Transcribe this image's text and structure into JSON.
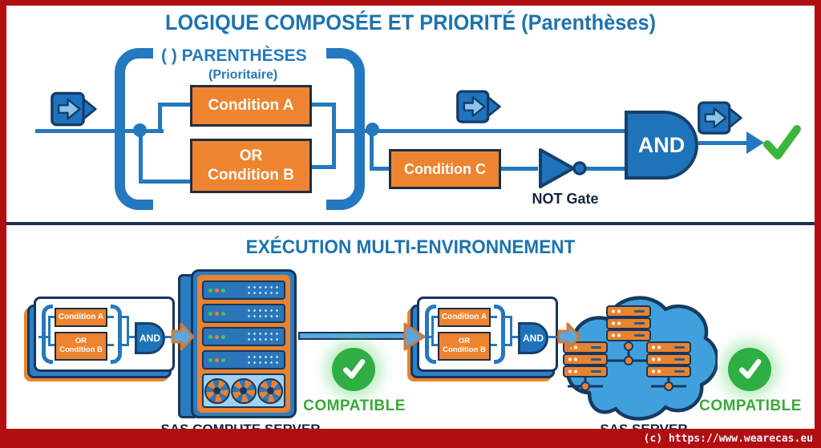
{
  "frame": {
    "copyright": "(c) https://www.wearecas.eu"
  },
  "top": {
    "title": "LOGIQUE COMPOSÉE ET PRIORITÉ (Parenthèses)",
    "parentheses_label": "( ) PARENTHÈSES",
    "priority_label": "(Prioritaire)",
    "condition_a": "Condition A",
    "condition_b_or": "OR",
    "condition_b": "Condition B",
    "condition_c": "Condition C",
    "not_gate_label": "NOT Gate",
    "and_gate_label": "AND"
  },
  "bottom": {
    "title": "EXÉCUTION MULTI-ENVIRONNEMENT",
    "left": {
      "condition_a": "Condition A",
      "condition_b_or": "OR",
      "condition_b": "Condition B",
      "and_gate_label": "AND",
      "server_label": "SAS COMPUTE SERVER",
      "compatible_label": "COMPATIBLE"
    },
    "right": {
      "condition_a": "Condition A",
      "condition_b_or": "OR",
      "condition_b": "Condition B",
      "and_gate_label": "AND",
      "server_label": "SAS SERVER",
      "compatible_label": "COMPATIBLE"
    }
  },
  "icons": {
    "flow_arrow": "right-arrow",
    "not_gate": "inverter-triangle-with-bubble",
    "check": "✓",
    "server_rack": "rack-with-fans",
    "cloud": "cloud-network"
  },
  "colors": {
    "line_blue": "#2478c0",
    "gate_blue": "#1e73ba",
    "navy": "#16365f",
    "orange": "#ee8430",
    "green": "#2fae44",
    "title_blue": "#1e73ad",
    "frame_red": "#b10e12"
  }
}
